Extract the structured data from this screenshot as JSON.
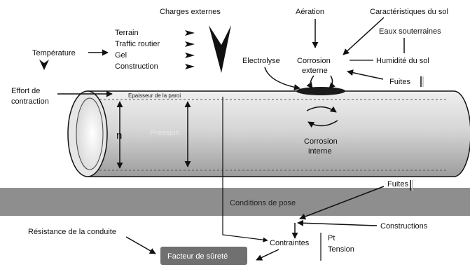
{
  "labels": {
    "charges_externes": "Charges externes",
    "aeration": "Aération",
    "caracteristiques_sol": "Caractéristiques du sol",
    "eaux_souterraines": "Eaux souterraines",
    "terrain": "Terrain",
    "traffic_routier": "Traffic routier",
    "gel": "Gel",
    "construction": "Construction",
    "temperature": "Température",
    "electrolyse": "Electrolyse",
    "corrosion_externe_1": "Corrosion",
    "corrosion_externe_2": "externe",
    "humidite_sol": "Humidité du sol",
    "effort_contraction_1": "Effort de",
    "effort_contraction_2": "contraction",
    "fuites_top": "Fuites",
    "epaisseur_paroi": "Epaisseur de la paroi",
    "n": "n",
    "pression": "Pression",
    "corrosion_interne_1": "Corrosion",
    "corrosion_interne_2": "interne",
    "fuites_bottom": "Fuites",
    "conditions_pose": "Conditions de pose",
    "resistance_conduite": "Résistance de la conduite",
    "constructions": "Constructions",
    "contraintes": "Contraintes",
    "pt": "Pt",
    "tension": "Tension",
    "facteur_surete": "Facteur de sûreté"
  },
  "colors": {
    "pipe_body": "#d4d4d4",
    "pipe_shadow": "#9a9a9a",
    "ground_band": "#8e8e8e",
    "box_fill": "#707070",
    "ink": "#111111"
  }
}
